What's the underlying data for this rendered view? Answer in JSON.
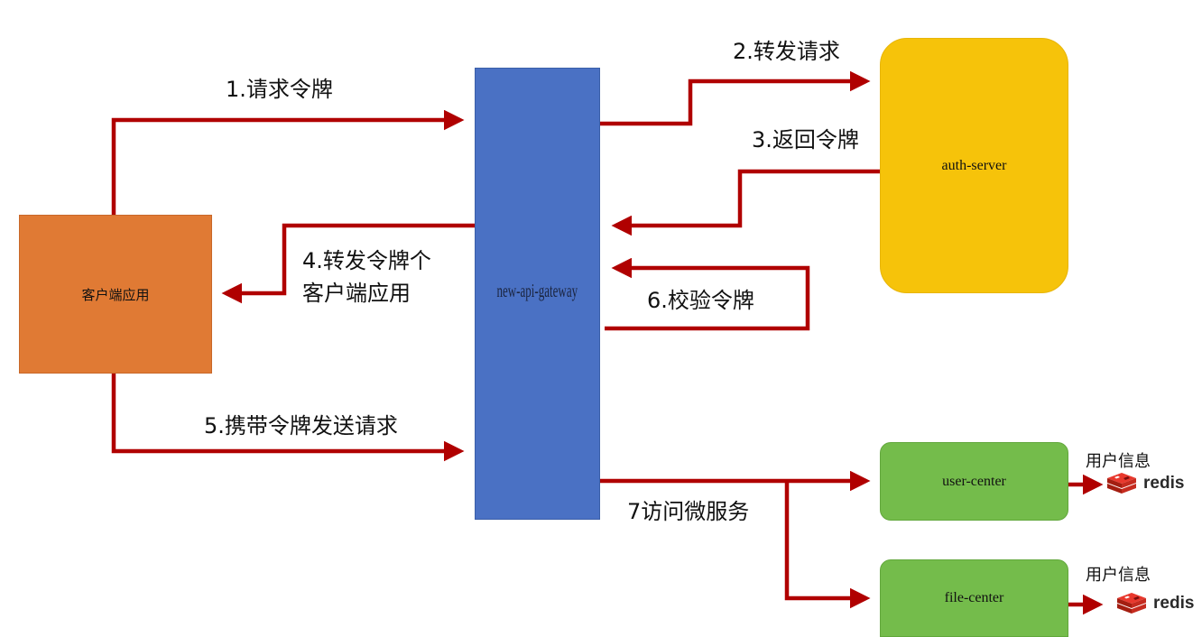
{
  "nodes": {
    "client": "客户端应用",
    "gateway": "new-api-gateway",
    "auth": "auth-server",
    "user_center": "user-center",
    "file_center": "file-center"
  },
  "steps": {
    "s1": "1.请求令牌",
    "s2": "2.转发请求",
    "s3": "3.返回令牌",
    "s4_line1": "4.转发令牌个",
    "s4_line2": "客户端应用",
    "s5": "5.携带令牌发送请求",
    "s6": "6.校验令牌",
    "s7": "7访问微服务"
  },
  "stores": {
    "user_info_label_1": "用户信息",
    "user_info_label_2": "用户信息",
    "redis_1": "redis",
    "redis_2": "redis"
  },
  "colors": {
    "arrow": "#B00000",
    "client": "#E07A34",
    "gateway": "#4A71C4",
    "auth": "#F6C30A",
    "service": "#74BC4B",
    "redis_logo": "#D82C20"
  },
  "icons": {
    "redis_logo": "redis-cube-icon"
  }
}
